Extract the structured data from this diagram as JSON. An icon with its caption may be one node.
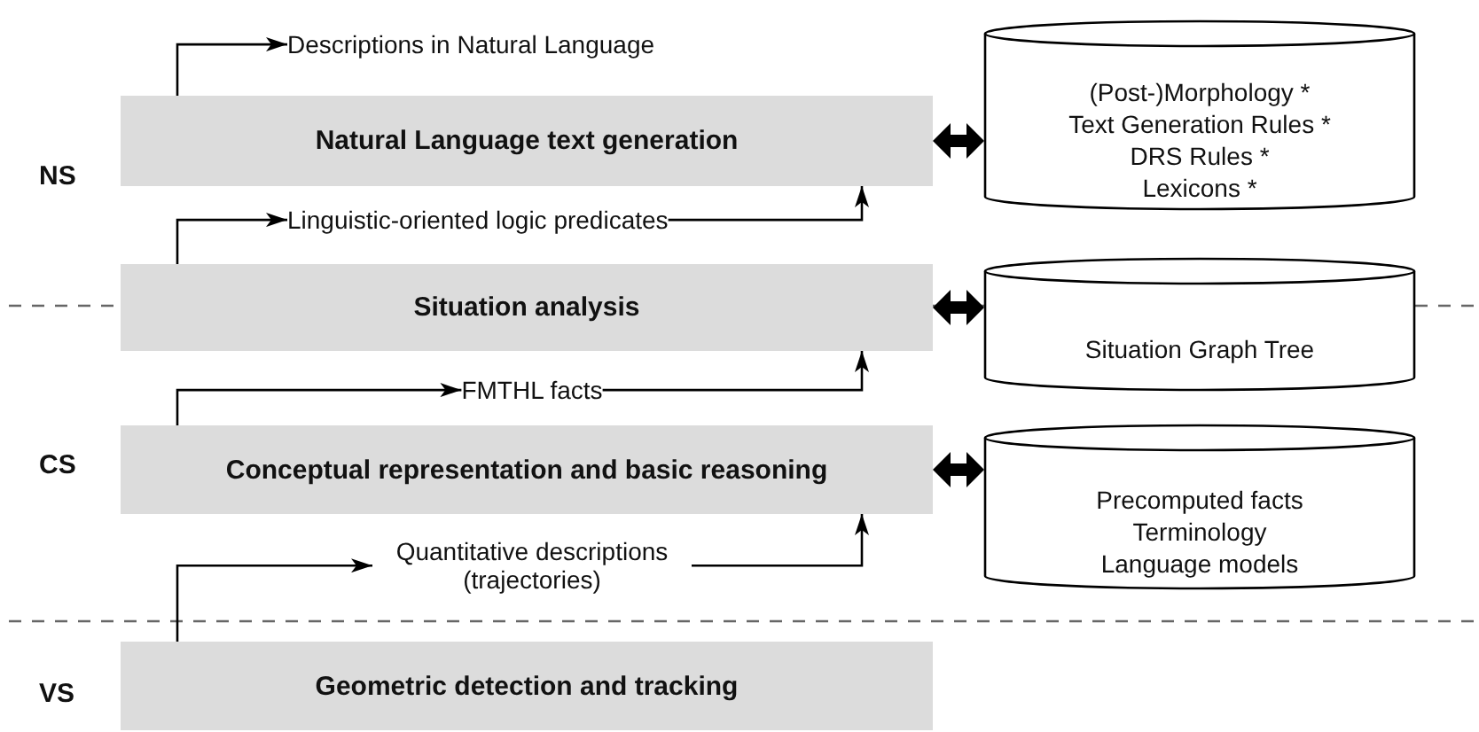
{
  "diagram": {
    "nodes": [
      {
        "text": [
          "Descriptions in Natural Language"
        ]
      },
      {
        "text": [
          "Natural Language text generation"
        ]
      },
      {
        "text": [
          "(Post-)Morphology *",
          "Text Generation Rules *",
          "DRS Rules *",
          "Lexicons *"
        ]
      },
      {
        "text": [
          "Linguistic-oriented logic predicates"
        ]
      },
      {
        "text": [
          "Situation analysis"
        ]
      },
      {
        "text": [
          "Situation Graph Tree"
        ]
      },
      {
        "text": [
          "FMTHL facts"
        ]
      },
      {
        "text": [
          "Conceptual representation and basic reasoning"
        ]
      },
      {
        "text": [
          "Precomputed facts",
          "Terminology",
          "Language models"
        ]
      },
      {
        "text": [
          "Quantitative descriptions (trajectories)"
        ]
      },
      {
        "text": [
          "Geometric detection and tracking"
        ]
      }
    ],
    "edges": [
      {
        "from": 1,
        "to": 0,
        "arrow": "to"
      },
      {
        "from": 1,
        "to": 2,
        "arrow": "both",
        "style": "thick"
      },
      {
        "from": 4,
        "to": 3,
        "arrow": "to"
      },
      {
        "from": 3,
        "to": 1,
        "arrow": "to"
      },
      {
        "from": 4,
        "to": 5,
        "arrow": "both",
        "style": "thick"
      },
      {
        "from": 7,
        "to": 6,
        "arrow": "to"
      },
      {
        "from": 6,
        "to": 4,
        "arrow": "to"
      },
      {
        "from": 7,
        "to": 8,
        "arrow": "both",
        "style": "thick"
      },
      {
        "from": 10,
        "to": 9,
        "arrow": "to"
      },
      {
        "from": 9,
        "to": 7,
        "arrow": "to"
      }
    ],
    "labels": [
      "NS",
      "CS",
      "VS"
    ]
  }
}
